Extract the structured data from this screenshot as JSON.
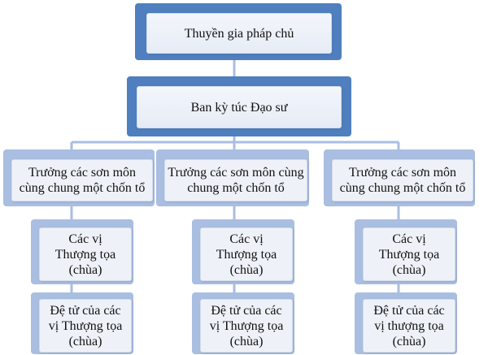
{
  "colors": {
    "accent": "#4f7fbf",
    "accent_light": "#a9bee0",
    "box_fill": "#eef2f8",
    "connector": "#a9bee0"
  },
  "nodes": {
    "root": {
      "label": "Thuyền gia pháp chủ"
    },
    "council": {
      "label": "Ban kỳ túc Đạo sư"
    },
    "columns": [
      {
        "head": {
          "line1": "Trưởng các sơn môn",
          "line2": "cùng chung một chốn tổ"
        },
        "elders": {
          "line1": "Các vị",
          "line2": "Thượng tọa",
          "line3": "(chùa)"
        },
        "disciples": {
          "line1": "Đệ tử của các",
          "line2": "vị Thượng tọa",
          "line3": "(chùa)"
        }
      },
      {
        "head": {
          "line1": "Trưởng các sơn môn cùng",
          "line2": "chung một chốn tổ"
        },
        "elders": {
          "line1": "Các vị",
          "line2": "Thượng tọa",
          "line3": "(chùa)"
        },
        "disciples": {
          "line1": "Đệ tử của các",
          "line2": "vị Thượng tọa",
          "line3": "(chùa)"
        }
      },
      {
        "head": {
          "line1": "Trưởng các sơn môn",
          "line2": "cùng chung một chốn tổ"
        },
        "elders": {
          "line1": "Các vị",
          "line2": "Thượng tọa",
          "line3": "(chùa)"
        },
        "disciples": {
          "line1": "Đệ tử của các",
          "line2": "vị thượng tọa",
          "line3": "(chùa)"
        }
      }
    ]
  }
}
